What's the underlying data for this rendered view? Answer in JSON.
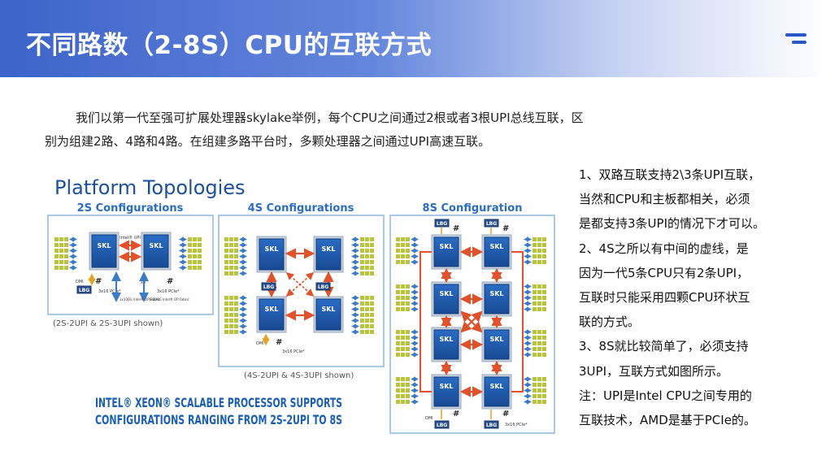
{
  "header": {
    "title": "不同路数（2-8S）CPU的互联方式",
    "logo_icon": "two-horizontal-bars-logo",
    "gradient_start": "#3d63c9",
    "logo_color": "#2b56c6"
  },
  "intro": {
    "line1": "我们以第一代至强可扩展处理器skylake举例，每个CPU之间通过2根或者3根UPI总线互联，区",
    "line2": "别为组建2路、4路和4路。在组建多路平台时，多颗处理器之间通过UPI高速互联。"
  },
  "figure": {
    "heading": "Platform Topologies",
    "panel_2s": {
      "title": "2S Configurations",
      "caption": "(2S-2UPI & 2S-3UPI shown)",
      "chip": "SKL",
      "upi_label": "Intel® UPI",
      "dmi": "DMI",
      "lbg": "LBG",
      "x4": "x4",
      "pcie_label": "3x16 PCIe*",
      "fabric_label": "1x100G Intel® OP Fabric"
    },
    "panel_4s": {
      "title": "4S Configurations",
      "caption": "(4S-2UPI & 4S-3UPI shown)",
      "chip": "SKL",
      "lbg": "LBG",
      "dmi": "DMI",
      "pcie_label": "3x16 PCIe*"
    },
    "panel_8s": {
      "title": "8S Configuration",
      "chip": "SKL",
      "lbg": "LBG",
      "dmi": "DMI",
      "pcie_label": "3x16 PCIe*"
    },
    "banner_line1": "INTEL® XEON® SCALABLE PROCESSOR SUPPORTS",
    "banner_line2": "CONFIGURATIONS RANGING FROM 2S-2UPI TO 8S",
    "colors": {
      "chip": "#1e5bb4",
      "link": "#e0522b",
      "panel_border": "#8fb6e0",
      "memory": "#b8c43a",
      "heading": "#1c4f9c",
      "banner": "#1a5fb4"
    }
  },
  "notes": {
    "lines": [
      "1、双路互联支持2\\3条UPI互联，",
      "当然和CPU和主板都相关，必须",
      "是都支持3条UPI的情况下才可以。",
      "2、4S之所以有中间的虚线，是",
      "因为一代5条CPU只有2条UPI，",
      "互联时只能采用四颗CPU环状互",
      "联的方式。",
      "3、8S就比较简单了，必须支持",
      "3UPI，互联方式如图所示。",
      "注：UPI是Intel CPU之间专用的",
      "互联技术，AMD是基于PCIe的。"
    ]
  }
}
